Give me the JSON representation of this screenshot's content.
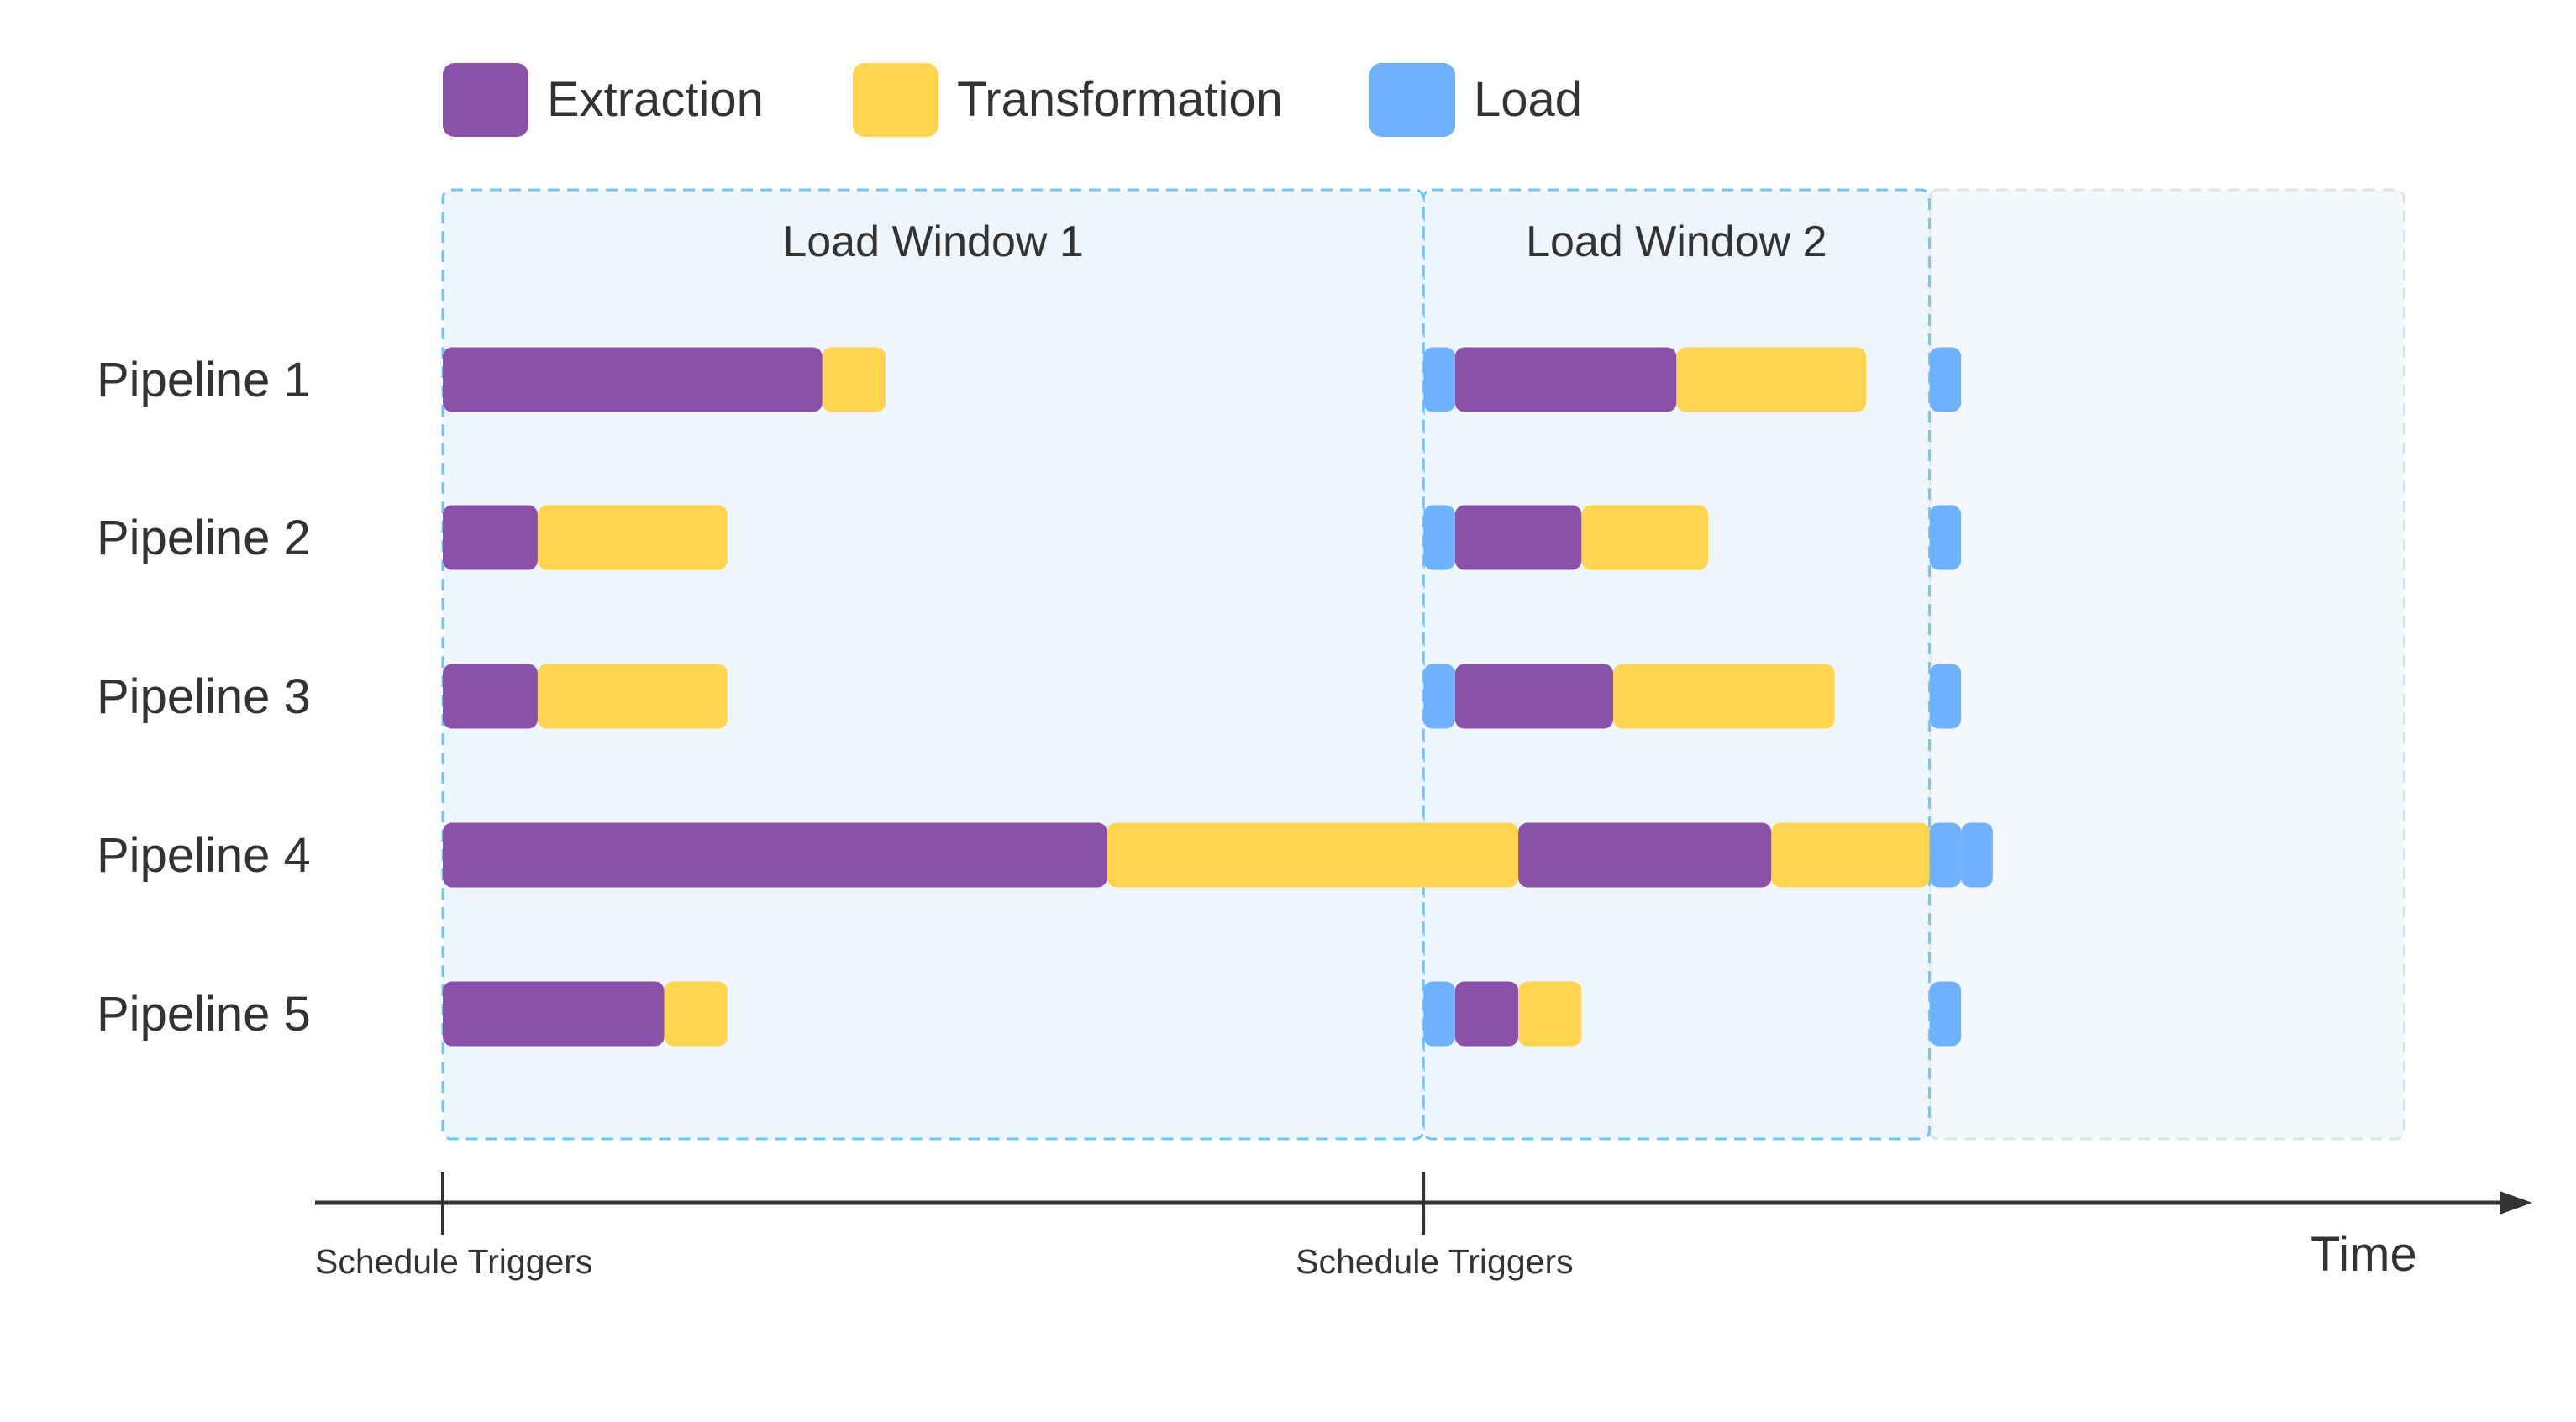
{
  "legend": [
    {
      "label": "Extraction",
      "key": "extraction"
    },
    {
      "label": "Transformation",
      "key": "transformation"
    },
    {
      "label": "Load",
      "key": "load"
    }
  ],
  "colors": {
    "extraction": "#8b51a9",
    "transformation": "#ffd44f",
    "load": "#6db1ff",
    "window_fill": "#edf5fd",
    "window_border": "#6cc8f2",
    "future_fill": "#f4f8fd",
    "future_border": "#dde3ea",
    "axis": "#333333"
  },
  "windows": [
    {
      "label": "Load Window 1",
      "start": 0,
      "end": 31
    },
    {
      "label": "Load Window 2",
      "start": 31,
      "end": 47
    },
    {
      "label": "",
      "start": 47,
      "end": 62
    }
  ],
  "pipelines": [
    {
      "label": "Pipeline 1",
      "segments": [
        {
          "phase": "extraction",
          "start": 0,
          "dur": 12
        },
        {
          "phase": "transformation",
          "start": 12,
          "dur": 2
        },
        {
          "phase": "load",
          "start": 31,
          "dur": 1
        },
        {
          "phase": "extraction",
          "start": 32,
          "dur": 7
        },
        {
          "phase": "transformation",
          "start": 39,
          "dur": 6
        },
        {
          "phase": "load",
          "start": 47,
          "dur": 1
        }
      ]
    },
    {
      "label": "Pipeline 2",
      "segments": [
        {
          "phase": "extraction",
          "start": 0,
          "dur": 3
        },
        {
          "phase": "transformation",
          "start": 3,
          "dur": 6
        },
        {
          "phase": "load",
          "start": 31,
          "dur": 1
        },
        {
          "phase": "extraction",
          "start": 32,
          "dur": 4
        },
        {
          "phase": "transformation",
          "start": 36,
          "dur": 4
        },
        {
          "phase": "load",
          "start": 47,
          "dur": 1
        }
      ]
    },
    {
      "label": "Pipeline 3",
      "segments": [
        {
          "phase": "extraction",
          "start": 0,
          "dur": 3
        },
        {
          "phase": "transformation",
          "start": 3,
          "dur": 6
        },
        {
          "phase": "load",
          "start": 31,
          "dur": 1
        },
        {
          "phase": "extraction",
          "start": 32,
          "dur": 5
        },
        {
          "phase": "transformation",
          "start": 37,
          "dur": 7
        },
        {
          "phase": "load",
          "start": 47,
          "dur": 1
        }
      ]
    },
    {
      "label": "Pipeline 4",
      "segments": [
        {
          "phase": "extraction",
          "start": 0,
          "dur": 21
        },
        {
          "phase": "transformation",
          "start": 21,
          "dur": 13
        },
        {
          "phase": "extraction",
          "start": 34,
          "dur": 8
        },
        {
          "phase": "transformation",
          "start": 42,
          "dur": 5
        },
        {
          "phase": "load",
          "start": 47,
          "dur": 1
        },
        {
          "phase": "load",
          "start": 48,
          "dur": 1
        }
      ]
    },
    {
      "label": "Pipeline 5",
      "segments": [
        {
          "phase": "extraction",
          "start": 0,
          "dur": 7
        },
        {
          "phase": "transformation",
          "start": 7,
          "dur": 2
        },
        {
          "phase": "load",
          "start": 31,
          "dur": 1
        },
        {
          "phase": "extraction",
          "start": 32,
          "dur": 2
        },
        {
          "phase": "transformation",
          "start": 34,
          "dur": 2
        },
        {
          "phase": "load",
          "start": 47,
          "dur": 1
        }
      ]
    }
  ],
  "axis": {
    "label": "Time",
    "triggers": [
      {
        "label": "Schedule Triggers",
        "at": 0
      },
      {
        "label": "Schedule Triggers",
        "at": 31
      }
    ]
  }
}
